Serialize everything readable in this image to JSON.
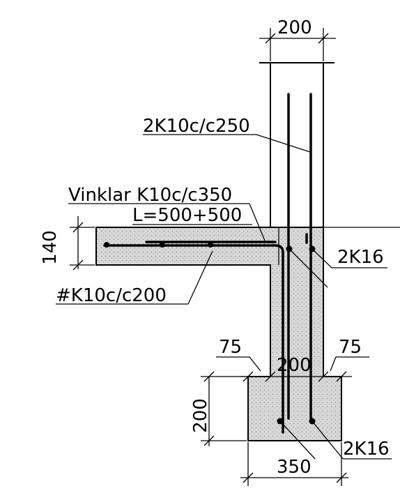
{
  "dimensions": {
    "top_width": "200",
    "slab_thickness": "140",
    "left_offset": "75",
    "right_offset": "75",
    "wall_at_footing": "200",
    "footing_height": "200",
    "footing_width": "350"
  },
  "reinforcement": {
    "wall_bars": "2K10c/c250",
    "stirrups_line1": "Vinklar  K10c/c350",
    "stirrups_line2": "L=500+500",
    "slab_mesh": "#K10c/c200",
    "corner_bars": "2K16",
    "footing_bars": "2K16"
  },
  "colors": {
    "line": "#000000",
    "concrete_fill": "#d8d8d8"
  }
}
